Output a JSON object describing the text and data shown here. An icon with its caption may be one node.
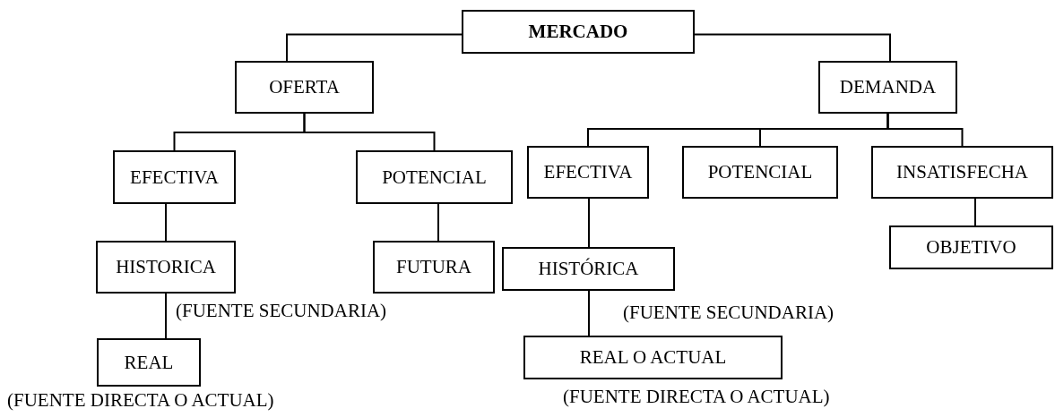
{
  "diagram": {
    "nodes": [
      {
        "text": [
          "MERCADO"
        ]
      },
      {
        "text": [
          "OFERTA"
        ]
      },
      {
        "text": [
          "DEMANDA"
        ]
      },
      {
        "text": [
          "EFECTIVA"
        ]
      },
      {
        "text": [
          "POTENCIAL"
        ]
      },
      {
        "text": [
          "EFECTIVA"
        ]
      },
      {
        "text": [
          "POTENCIAL"
        ]
      },
      {
        "text": [
          "INSATISFECHA"
        ]
      },
      {
        "text": [
          "HISTORICA"
        ]
      },
      {
        "text": [
          "FUTURA"
        ]
      },
      {
        "text": [
          "HISTÓRICA"
        ]
      },
      {
        "text": [
          "OBJETIVO"
        ]
      },
      {
        "text": [
          "REAL"
        ]
      },
      {
        "text": [
          "REAL O ACTUAL"
        ]
      }
    ],
    "edges": [
      {
        "from": 0,
        "to": 1,
        "arrow": "none"
      },
      {
        "from": 0,
        "to": 2,
        "arrow": "none"
      },
      {
        "from": 1,
        "to": 3,
        "arrow": "none"
      },
      {
        "from": 1,
        "to": 4,
        "arrow": "none"
      },
      {
        "from": 2,
        "to": 5,
        "arrow": "none"
      },
      {
        "from": 2,
        "to": 6,
        "arrow": "none"
      },
      {
        "from": 2,
        "to": 7,
        "arrow": "none"
      },
      {
        "from": 3,
        "to": 8,
        "arrow": "none"
      },
      {
        "from": 4,
        "to": 9,
        "arrow": "none"
      },
      {
        "from": 5,
        "to": 10,
        "arrow": "none"
      },
      {
        "from": 7,
        "to": 11,
        "arrow": "none"
      },
      {
        "from": 8,
        "to": 12,
        "arrow": "none"
      },
      {
        "from": 10,
        "to": 13,
        "arrow": "none"
      }
    ],
    "labels": [
      "(FUENTE SECUNDARIA)",
      "(FUENTE SECUNDARIA)",
      "(FUENTE DIRECTA O ACTUAL)",
      "(FUENTE DIRECTA O ACTUAL)"
    ]
  }
}
